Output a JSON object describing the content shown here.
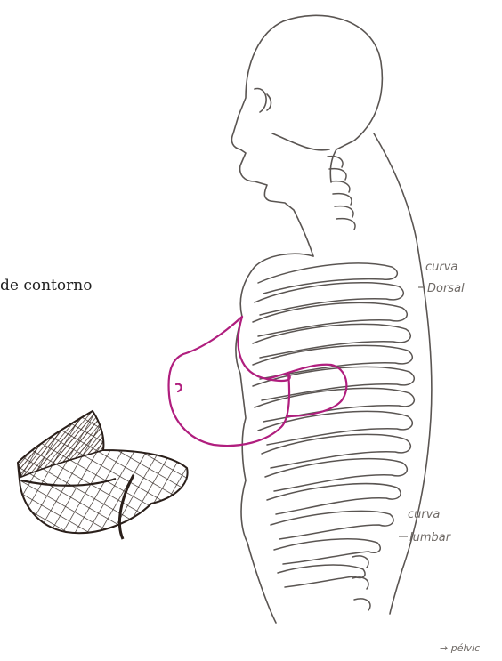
{
  "typed_caption": "de contorno",
  "annotations": {
    "dorsal": [
      "curva",
      "Dorsal"
    ],
    "lumbar": [
      "curva",
      "lumbar"
    ],
    "pelvis": "→ pélvic"
  },
  "colors": {
    "pencil": "#5a5552",
    "bra_outline": "#b01e7e",
    "cup_shading": "#3b2a22"
  }
}
